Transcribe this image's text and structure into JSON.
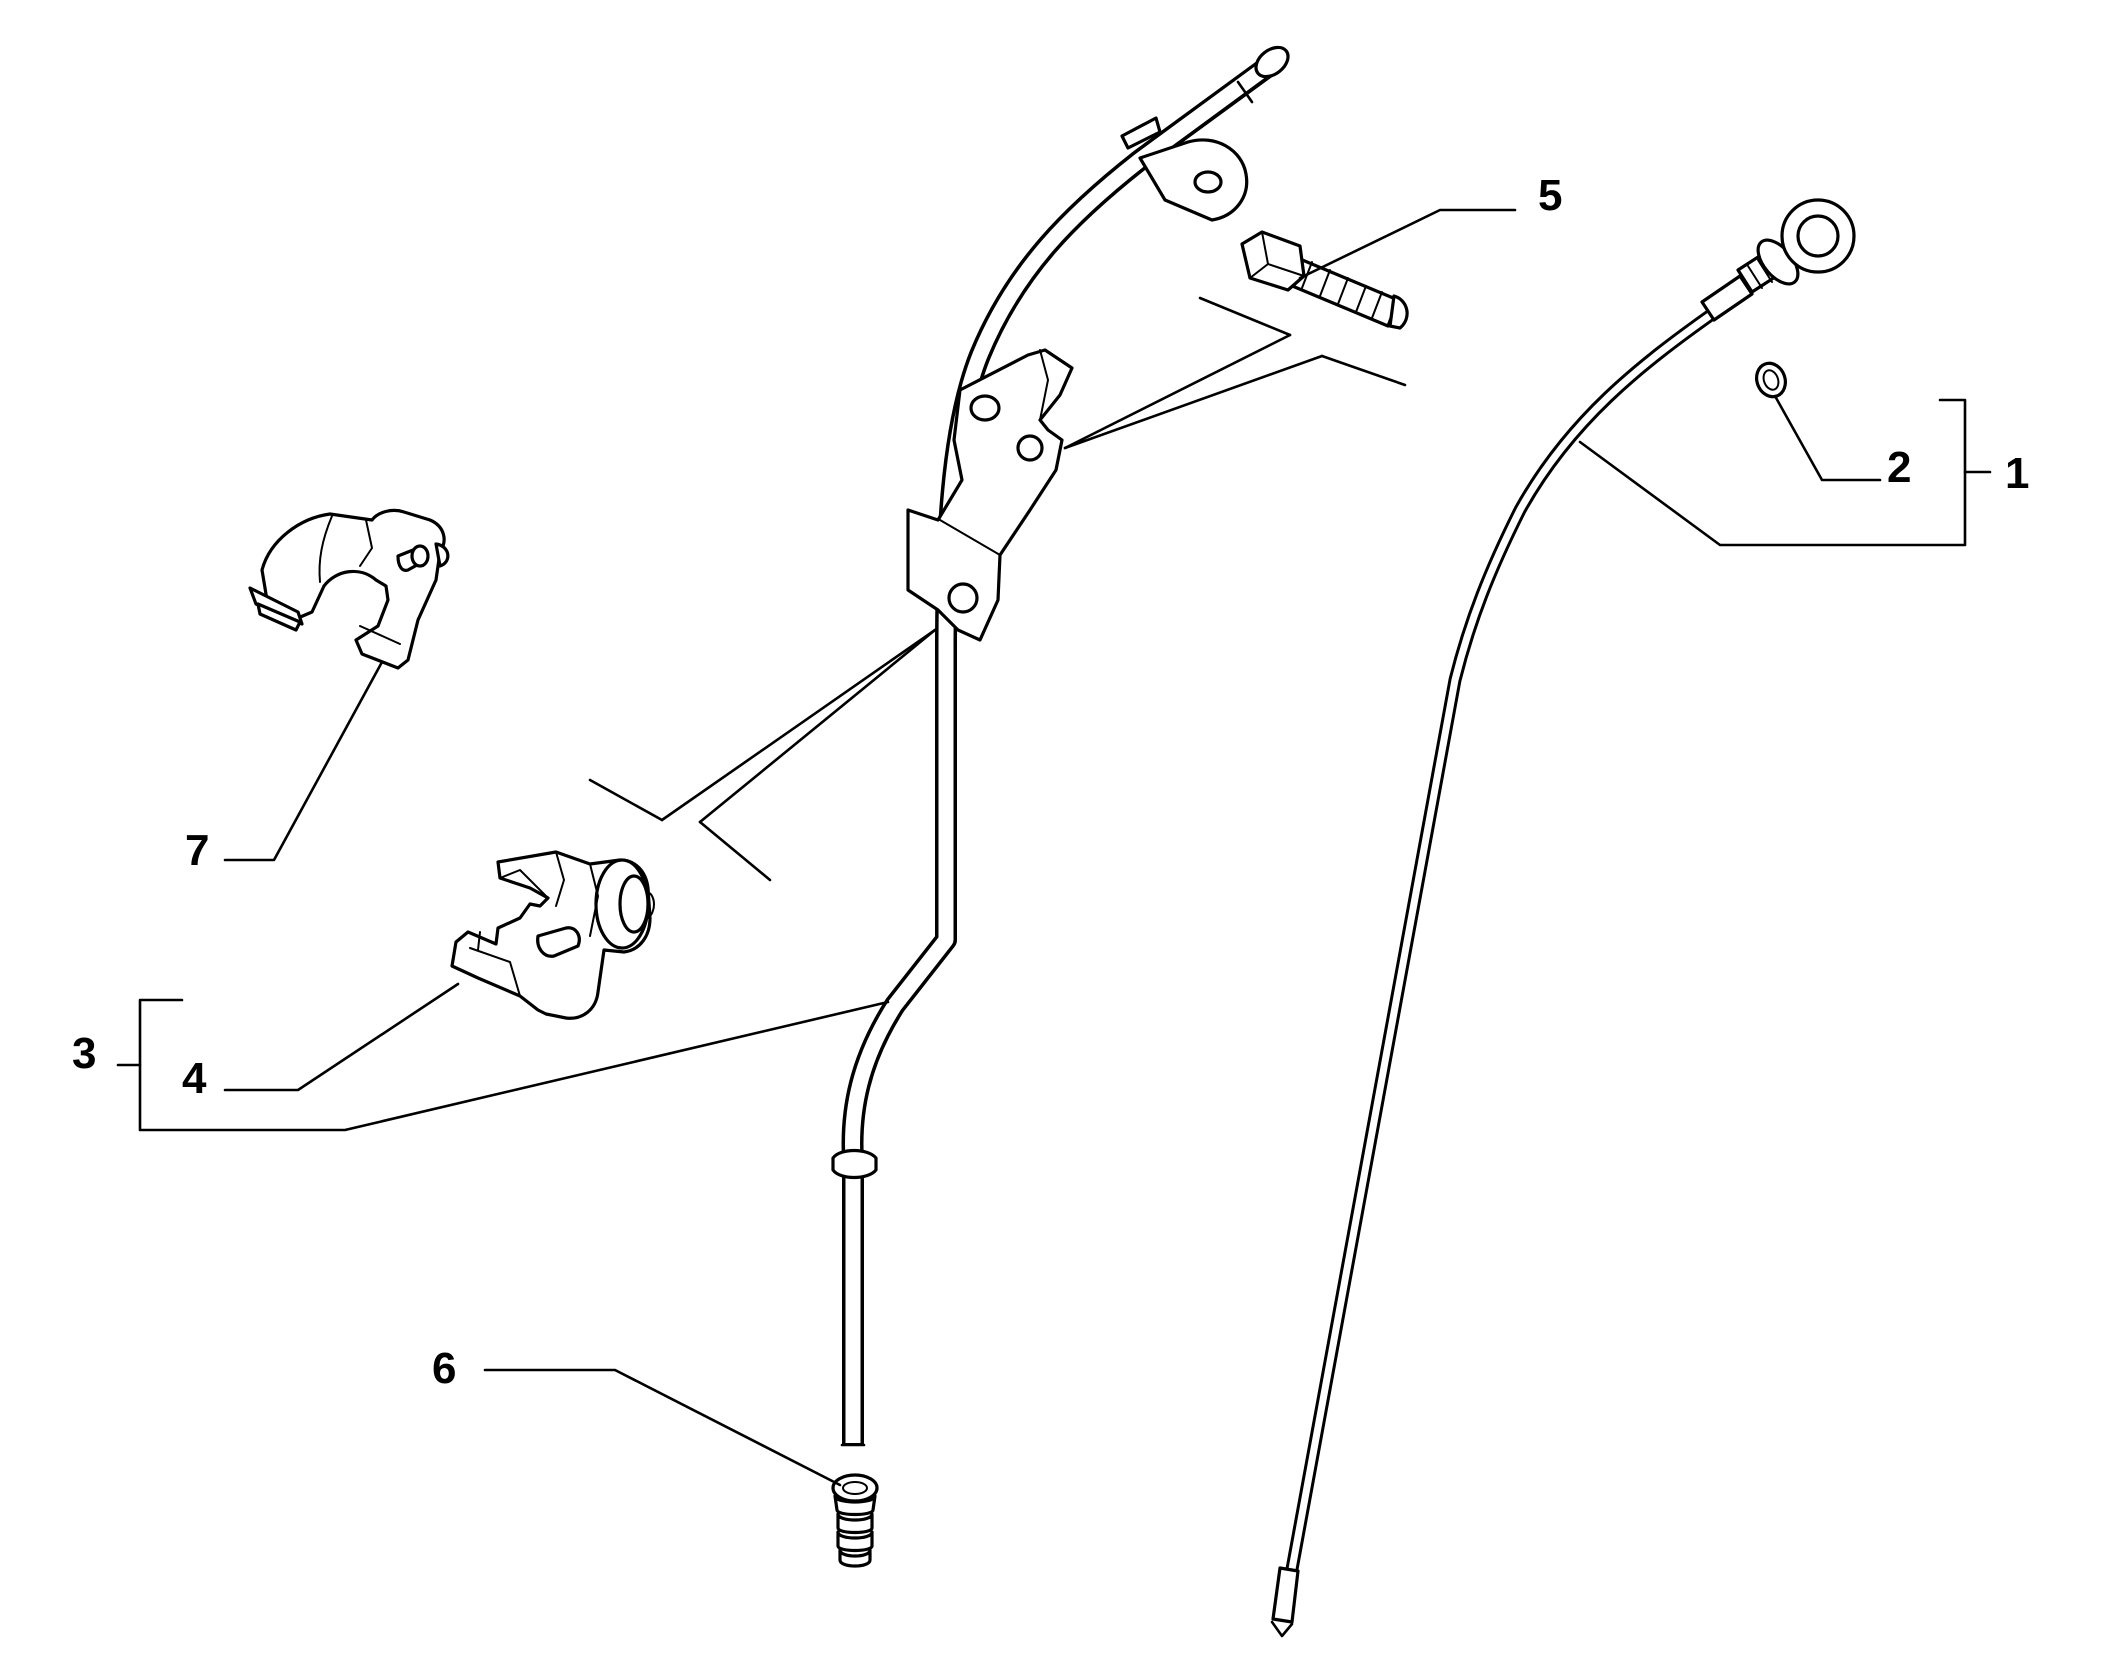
{
  "callouts": [
    {
      "id": "1",
      "label": "1"
    },
    {
      "id": "2",
      "label": "2"
    },
    {
      "id": "3",
      "label": "3"
    },
    {
      "id": "4",
      "label": "4"
    },
    {
      "id": "5",
      "label": "5"
    },
    {
      "id": "6",
      "label": "6"
    },
    {
      "id": "7",
      "label": "7"
    }
  ],
  "line_color": "#000000",
  "background": "#ffffff"
}
